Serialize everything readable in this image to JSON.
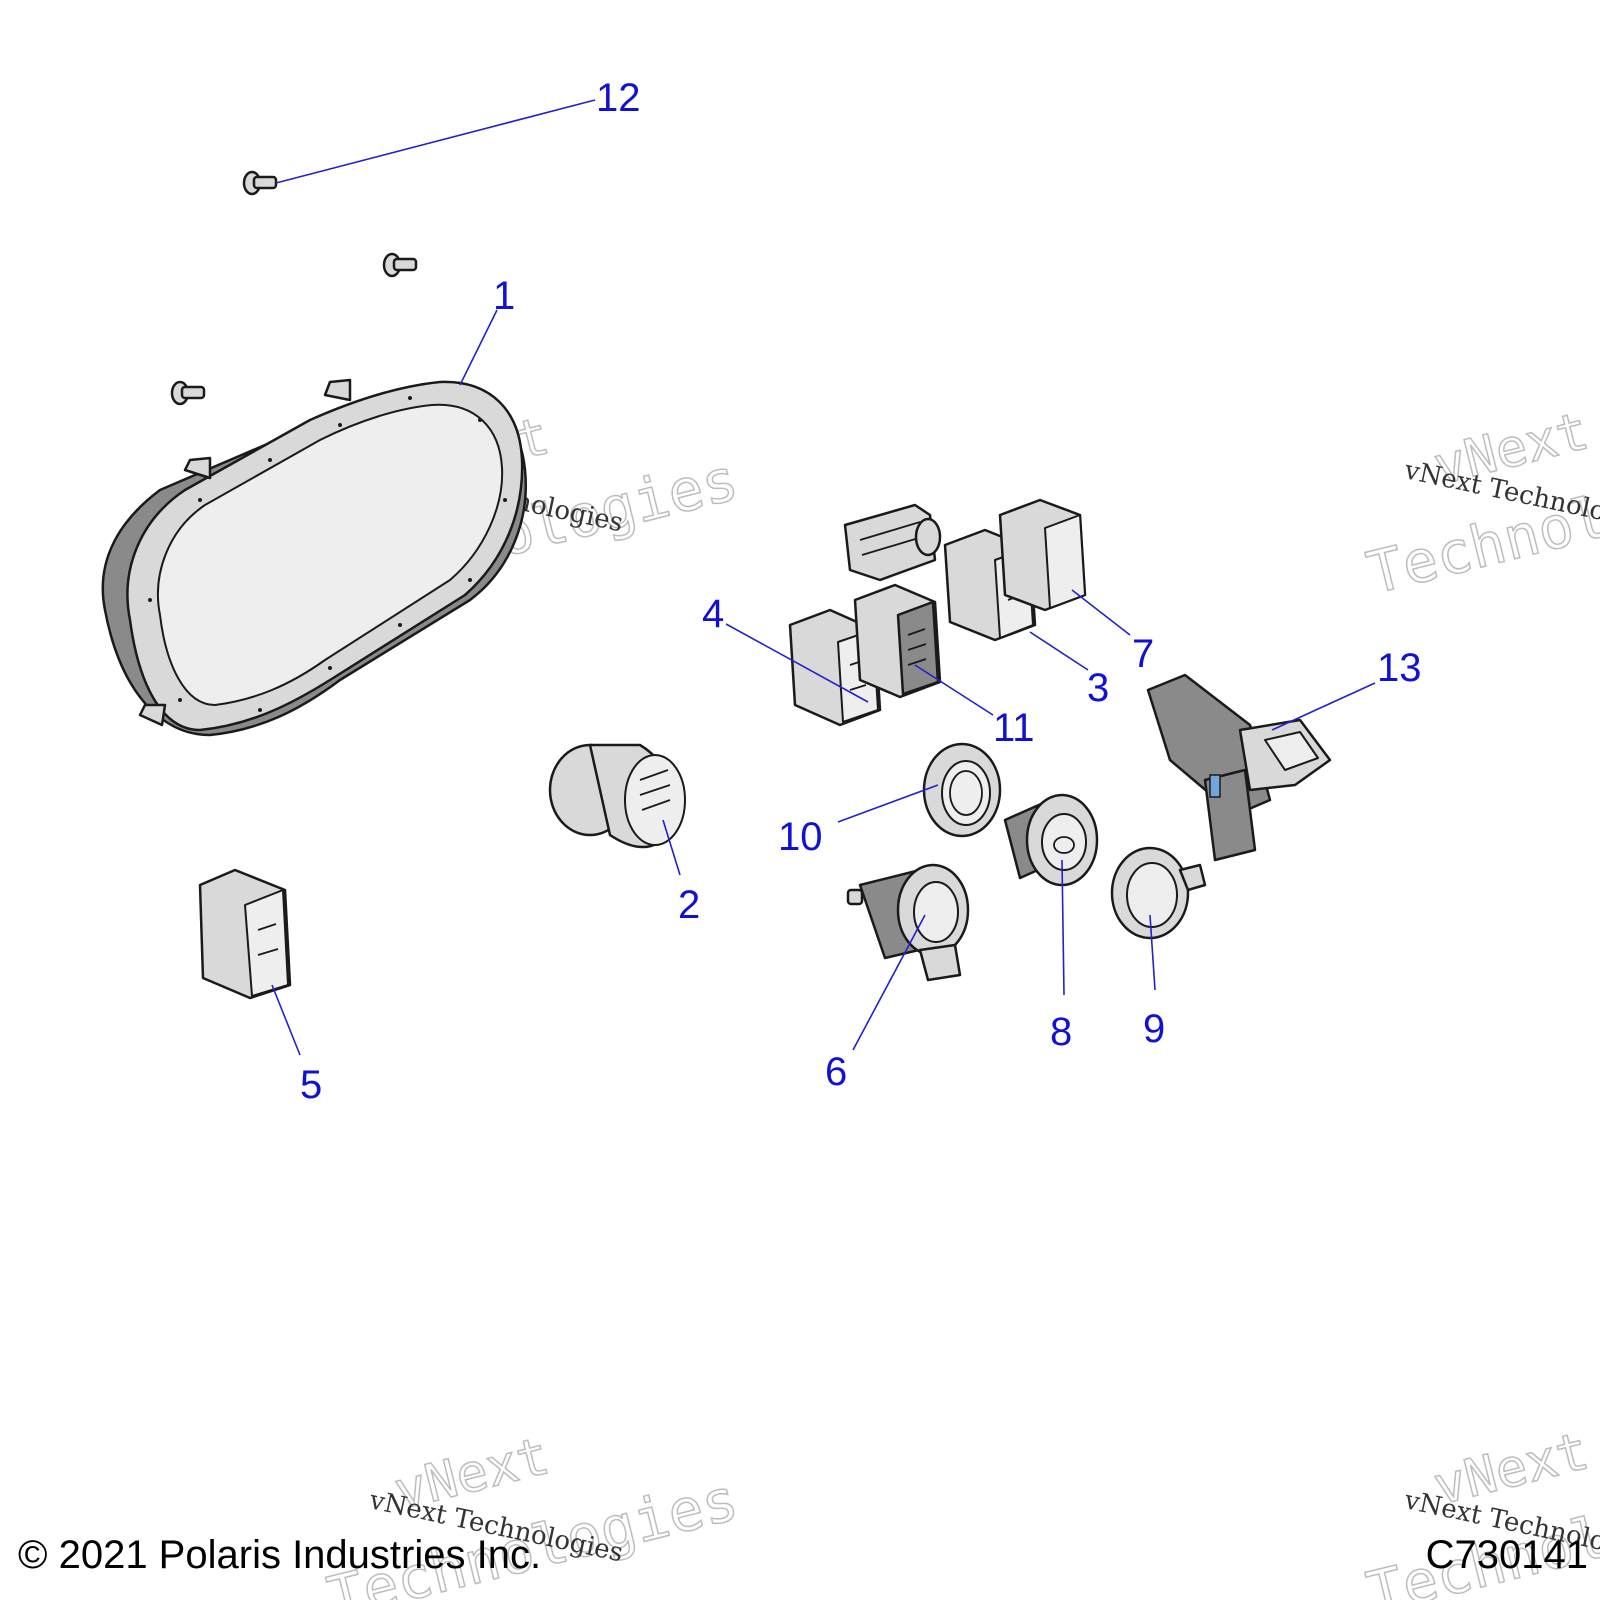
{
  "callouts": [
    {
      "id": "12",
      "label": "12"
    },
    {
      "id": "1",
      "label": "1"
    },
    {
      "id": "4",
      "label": "4"
    },
    {
      "id": "11",
      "label": "11"
    },
    {
      "id": "3",
      "label": "3"
    },
    {
      "id": "7",
      "label": "7"
    },
    {
      "id": "13",
      "label": "13"
    },
    {
      "id": "10",
      "label": "10"
    },
    {
      "id": "2",
      "label": "2"
    },
    {
      "id": "8",
      "label": "8"
    },
    {
      "id": "9",
      "label": "9"
    },
    {
      "id": "6",
      "label": "6"
    },
    {
      "id": "5",
      "label": "5"
    }
  ],
  "watermark": {
    "line1": "vNext",
    "line2": "Technologies",
    "small": "vNext Technologies"
  },
  "footer": {
    "copyright": "© 2021 Polaris Industries Inc.",
    "code": "C730141"
  },
  "colors": {
    "callout": "#1010d8",
    "leader": "#2222cc",
    "part_fill": "#d9d9d9"
  }
}
